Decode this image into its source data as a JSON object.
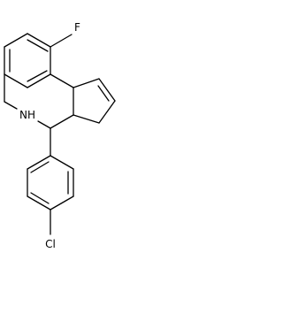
{
  "atoms": {
    "fluorine": "F",
    "amine": "NH",
    "chlorine": "Cl"
  },
  "colors": {
    "background": "#ffffff",
    "ink": "#000000"
  }
}
